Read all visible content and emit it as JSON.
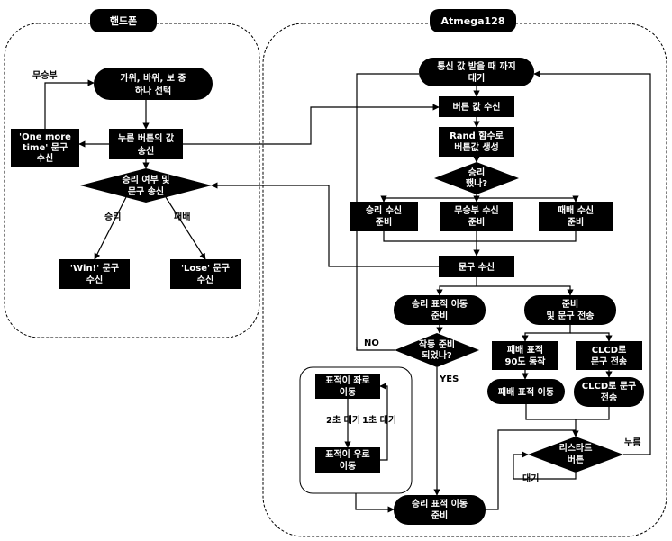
{
  "diagram": {
    "phone_header": "핸드폰",
    "mcu_header": "Atmega128",
    "phone": {
      "select": [
        "가위, 바위, 보 중",
        "하나 선택"
      ],
      "send_button": [
        "누른 버튼의 값",
        "송신"
      ],
      "one_more": [
        "'One more",
        "time' 문구",
        "수신"
      ],
      "judge": [
        "승리 여부 및",
        "문구 송신"
      ],
      "win_msg": [
        "'Win!' 문구",
        "수신"
      ],
      "lose_msg": [
        "'Lose' 문구",
        "수신"
      ],
      "label_draw": "무승부",
      "label_win": "승리",
      "label_lose": "패배"
    },
    "mcu": {
      "wait": [
        "통신 값 받을 때 까지",
        "대기"
      ],
      "btn_recv": "버튼 값 수신",
      "rand": [
        "Rand 함수로",
        "버튼값 생성"
      ],
      "win_q": [
        "승리",
        "했나?"
      ],
      "win_prep": [
        "승리 수신",
        "준비"
      ],
      "draw_prep": [
        "무승부 수신",
        "준비"
      ],
      "lose_prep": [
        "패배 수신",
        "준비"
      ],
      "msg_recv": "문구 수신",
      "win_move_prep": [
        "승리 표적 이동",
        "준비"
      ],
      "lose_prep_send": [
        "준비",
        "및 문구 전송"
      ],
      "ready_q": [
        "작동 준비",
        "되었나?"
      ],
      "no": "NO",
      "yes": "YES",
      "lose_target": [
        "패배 표적",
        "90도 동작"
      ],
      "clcd_send": [
        "CLCD로",
        "문구 전송"
      ],
      "lose_move": "패배 표적 이동",
      "clcd_send2": [
        "CLCD로 문구",
        "전송"
      ],
      "restart_q": [
        "리스타트",
        "버튼"
      ],
      "press": "누름",
      "wait_lbl": "대기",
      "target_left": [
        "표적이 좌로",
        "이동"
      ],
      "target_right": [
        "표적이 우로",
        "이동"
      ],
      "wait2": "2초 대기",
      "wait1": "1초 대기",
      "win_move": [
        "승리 표적 이동",
        "준비"
      ]
    }
  }
}
